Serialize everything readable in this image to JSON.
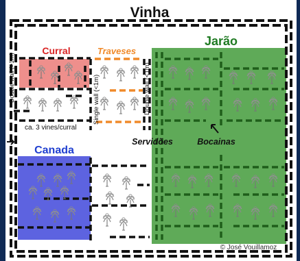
{
  "title": "Vinha",
  "zones": {
    "curral": "Curral",
    "traveses": "Traveses",
    "jarao": "Jarão",
    "canada": "Canada"
  },
  "walls": {
    "double_left": "Double wall (>1m)",
    "single": "Single wall (<1m)",
    "double_mid": "Double wall (<1m)"
  },
  "notes": {
    "vines_per_curral": "ca. 3 vines/curral",
    "servidoes": "Servidões",
    "bocainas": "Bocainas",
    "credit": "© José Vouillamoz"
  },
  "colors": {
    "background": "#0f2a55",
    "paper": "#ffffff",
    "curral_fill": "#ee8f8c",
    "jarao_fill": "#5faa58",
    "canada_fill": "#5d63e0",
    "curral_text": "#d92424",
    "traveses_text": "#f08a2a",
    "jarao_text": "#1f7a22",
    "canada_text": "#1f3fd0",
    "wall_dark": "#111111",
    "wall_green": "#1f5e1a",
    "wall_orange": "#f08a2a"
  },
  "icons": [
    "vine-icon",
    "arrow-pointer-icon"
  ]
}
